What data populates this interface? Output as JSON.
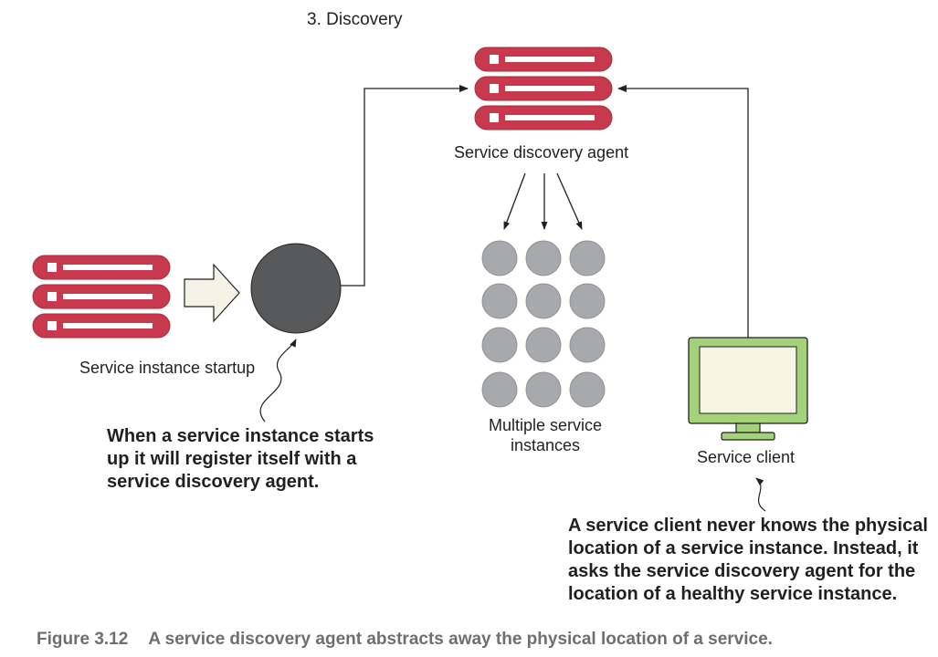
{
  "stage_title": "3. Discovery",
  "agent_label": "Service discovery agent",
  "startup_label": "Service instance startup",
  "instances_label_line1": "Multiple service",
  "instances_label_line2": "instances",
  "client_label": "Service client",
  "callout_register": "When a service instance starts\nup it will register itself with a\nservice discovery agent.",
  "callout_client": "A service client never knows the physical\nlocation of a service instance. Instead, it\nasks the service discovery agent for the\nlocation of a healthy service instance.",
  "caption": {
    "number": "Figure 3.12",
    "text": "A service discovery agent abstracts away the physical location of a service."
  },
  "colors": {
    "server_red": "#c8394d",
    "server_red_dark": "#a72b3e",
    "instance_gray": "#a7a9ac",
    "instance_gray_dark": "#8e9093",
    "registering_instance": "#58595b",
    "monitor_green": "#a4d27a",
    "monitor_screen": "#f4f6e3",
    "arrow_fill": "#f3f3e6",
    "line": "#231f20",
    "caption_gray": "#6d6e71"
  }
}
